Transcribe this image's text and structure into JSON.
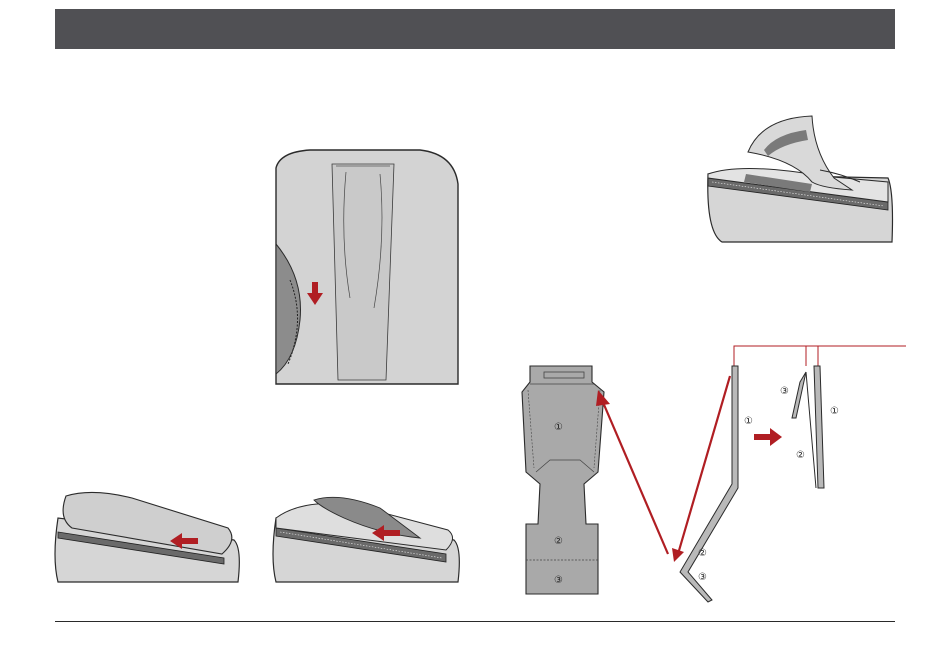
{
  "colors": {
    "header": "#505054",
    "cushion_fill": "#cfcfcf",
    "cushion_dark": "#8c8c8c",
    "outline": "#2b2b2b",
    "arrow_red": "#b01e23",
    "rule": "#2a2a2a"
  },
  "labels": {
    "one": "①",
    "two": "②",
    "three": "③"
  },
  "icons": {
    "direction_arrow": "red-arrow-icon"
  }
}
